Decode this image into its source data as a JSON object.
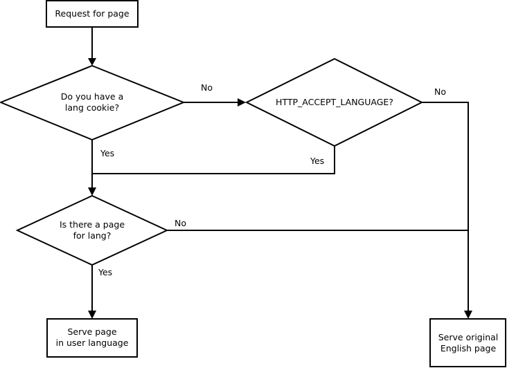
{
  "nodes": {
    "request": {
      "lines": [
        "Request for page"
      ]
    },
    "cookie": {
      "lines": [
        "Do you have a",
        "lang cookie?"
      ]
    },
    "accept": {
      "lines": [
        "HTTP_ACCEPT_LANGUAGE?"
      ]
    },
    "page_for_lang": {
      "lines": [
        "Is there a page",
        "for lang?"
      ]
    },
    "serve_user": {
      "lines": [
        "Serve page",
        "in user language"
      ]
    },
    "serve_english": {
      "lines": [
        "Serve original",
        "English page"
      ]
    }
  },
  "edge_labels": {
    "cookie_no": "No",
    "cookie_yes": "Yes",
    "accept_no": "No",
    "accept_yes": "Yes",
    "page_no": "No",
    "page_yes": "Yes"
  }
}
